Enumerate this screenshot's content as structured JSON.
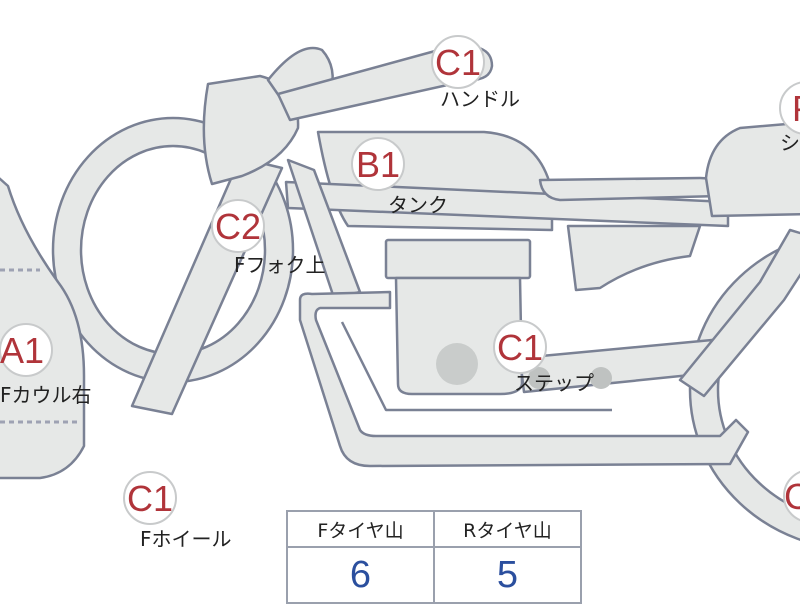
{
  "colors": {
    "body_fill": "#e6e8e7",
    "outline": "#7a8194",
    "grade_text": "#b0343a",
    "circle_fill": "#ffffff",
    "value_text": "#2b4f9e"
  },
  "parts": [
    {
      "grade": "C1",
      "label": "ハンドル"
    },
    {
      "grade": "B1",
      "label": "タンク"
    },
    {
      "grade": "C2",
      "label": "Fフォク上"
    },
    {
      "grade": "A1",
      "label": "Fカウル右"
    },
    {
      "grade": "C1",
      "label": "ステップ"
    },
    {
      "grade": "C1",
      "label": "Fホイール"
    },
    {
      "grade": "P",
      "label": "シ"
    },
    {
      "grade": "C",
      "label": ""
    }
  ],
  "tire_table": {
    "front_header": "Fタイヤ山",
    "rear_header": "Rタイヤ山",
    "front_value": "6",
    "rear_value": "5"
  }
}
